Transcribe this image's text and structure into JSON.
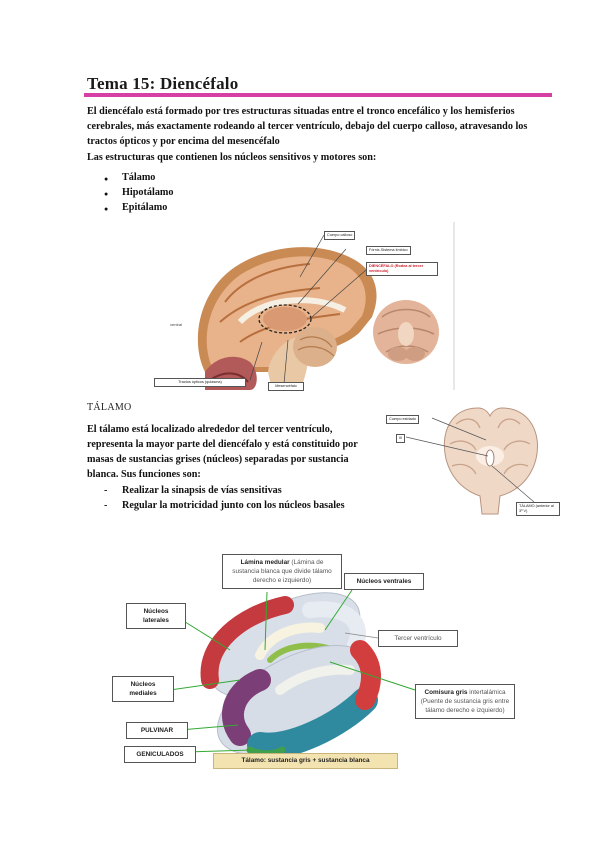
{
  "title": "Tema 15: Diencéfalo",
  "intro": "El diencéfalo está formado por tres estructuras situadas entre el tronco encefálico y los hemisferios cerebrales, más exactamente rodeando al tercer ventrículo, debajo del cuerpo calloso, atravesando los tractos ópticos y por encima del mesencéfalo",
  "lead": "Las estructuras que contienen los núcleos sensitivos y motores son:",
  "bullets": [
    "Tálamo",
    "Hipotálamo",
    "Epitálamo"
  ],
  "figure1": {
    "labels": {
      "cuerpo_calloso": "Cuerpo calloso",
      "fornix": "Fórnix-Sistema límbico",
      "diencefalo_title": "DIENCÉFALO (Rodea al tercer",
      "diencefalo_sub": "ventrículo)",
      "ventral": "ventral",
      "tractos": "Tractos ópticos (quiasma)",
      "mesencefalo": "Mesencéfalo"
    }
  },
  "thalamus": {
    "heading": "TÁLAMO",
    "text": "El tálamo está localizado alrededor del tercer ventrículo, representa la mayor parte del diencéfalo y está constituido por masas de sustancias grises (núcleos) separadas por sustancia blanca. Sus funciones son:",
    "functions": [
      "Realizar la sinapsis de vías sensitivas",
      "Regular la motricidad junto con los núcleos basales"
    ]
  },
  "figure2": {
    "labels": {
      "cuerpo_estriado": "Cuerpo estriado",
      "iii": "III",
      "talamo": "TÁLAMO (anterior al 3º V)"
    }
  },
  "figure3": {
    "lamina_bold": "Lámina medular",
    "lamina_rest": "(Lámina de sustancia blanca que divide tálamo derecho e izquierdo)",
    "nucleos_ventrales": "Núcleos ventrales",
    "nucleos_laterales": "Núcleos laterales",
    "tercer_ventriculo": "Tercer ventrículo",
    "nucleos_mediales": "Núcleos mediales",
    "comisura_bold": "Comisura gris",
    "comisura_rest": "intertalámica (Puente de sustancia gris entre tálamo derecho e izquierdo)",
    "pulvinar": "PULVINAR",
    "geniculados": "GENICULADOS",
    "caption": "Tálamo: sustancia gris + sustancia blanca"
  }
}
